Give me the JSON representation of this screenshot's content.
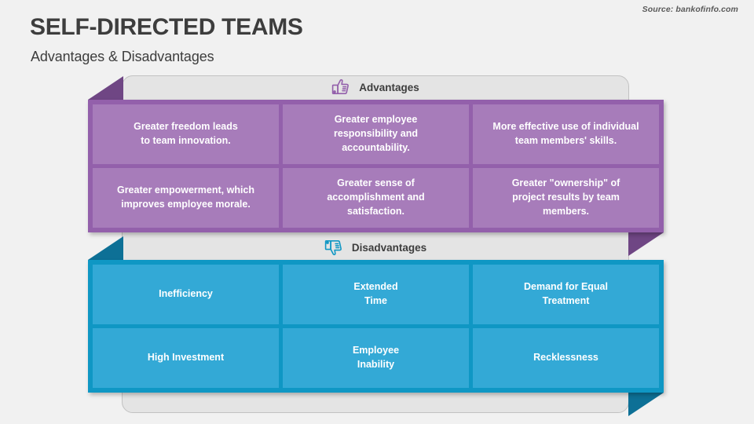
{
  "source": "Source: bankofinfo.com",
  "title": "SELF-DIRECTED TEAMS",
  "subtitle": "Advantages & Disadvantages",
  "colors": {
    "background": "#f1f1f1",
    "backdrop": "#e4e4e4",
    "advantages_frame": "#9360ab",
    "advantages_card": "#a77cba",
    "advantages_fold": "#6f4684",
    "disadvantages_frame": "#0f97c4",
    "disadvantages_card": "#33a9d6",
    "disadvantages_fold": "#0d7096",
    "title_text": "#3d3d3d",
    "card_text": "#ffffff"
  },
  "sections": [
    {
      "key": "advantages",
      "label": "Advantages",
      "icon": "thumbs-up-icon",
      "items": [
        "Greater freedom leads\nto team innovation.",
        "Greater employee\nresponsibility and\naccountability.",
        "More effective use of individual\nteam members' skills.",
        "Greater empowerment, which\nimproves employee morale.",
        "Greater sense of\naccomplishment and\nsatisfaction.",
        "Greater \"ownership\" of\nproject results by team\nmembers."
      ]
    },
    {
      "key": "disadvantages",
      "label": "Disadvantages",
      "icon": "thumbs-down-icon",
      "items": [
        "Inefficiency",
        "Extended\nTime",
        "Demand for Equal\nTreatment",
        "High Investment",
        "Employee\nInability",
        "Recklessness"
      ]
    }
  ]
}
